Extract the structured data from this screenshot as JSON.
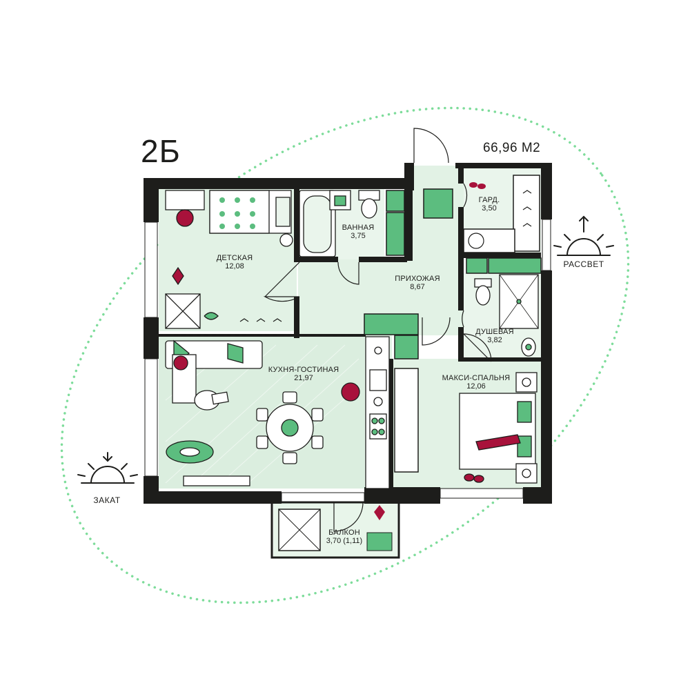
{
  "plan": {
    "apartment_type": "2Б",
    "total_area": "66,96 М2",
    "rooms": [
      {
        "id": "detskaya",
        "name": "ДЕТСКАЯ",
        "area": "12,08"
      },
      {
        "id": "vannaya",
        "name": "ВАННАЯ",
        "area": "3,75"
      },
      {
        "id": "gard",
        "name": "ГАРД.",
        "area": "3,50"
      },
      {
        "id": "prikhozhaya",
        "name": "ПРИХОЖАЯ",
        "area": "8,67"
      },
      {
        "id": "dushevaya",
        "name": "ДУШЕВАЯ",
        "area": "3,82"
      },
      {
        "id": "kukhnya",
        "name": "КУХНЯ-ГОСТИНАЯ",
        "area": "21,97"
      },
      {
        "id": "spalnya",
        "name": "МАКСИ-СПАЛЬНЯ",
        "area": "12,06"
      },
      {
        "id": "balkon",
        "name": "БАЛКОН",
        "area": "3,70 (1,11)"
      }
    ],
    "sunrise_label": "РАССВЕТ",
    "sunset_label": "ЗАКАТ",
    "colors": {
      "wall": "#1d1d1b",
      "floor": "#e2f2e5",
      "accent_green": "#5cbd7f",
      "furniture_dark": "#a8123b",
      "orbit": "#7ddc9a"
    }
  }
}
